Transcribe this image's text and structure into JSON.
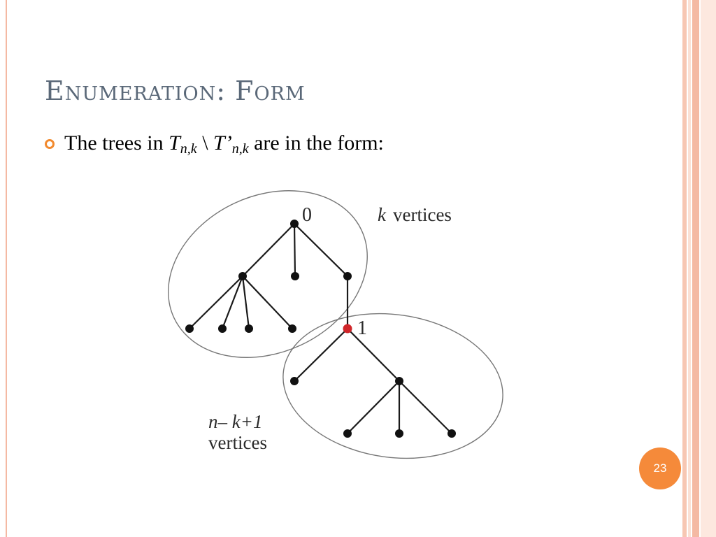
{
  "slide": {
    "title": "Enumeration: Form",
    "bullet": {
      "prefix": "The trees in ",
      "set_a": "T",
      "set_a_sub": "n,k",
      "setminus": " \\ ",
      "set_b": "T’",
      "set_b_sub": "n,k",
      "suffix": " are in the form:"
    },
    "page_number": "23"
  },
  "diagram": {
    "root_label": "0",
    "root_group_var": "k",
    "root_group_text": "vertices",
    "child_label": "1",
    "child_group_expr": "n– k+1",
    "child_group_text": "vertices",
    "highlight_color": "#d0262a"
  },
  "theme": {
    "accent": "#f58a3a",
    "title_color": "#5a6878",
    "band_colors": [
      "#f7c7b3",
      "#fbe1d5",
      "#f4b9a3",
      "#fde8df"
    ]
  }
}
